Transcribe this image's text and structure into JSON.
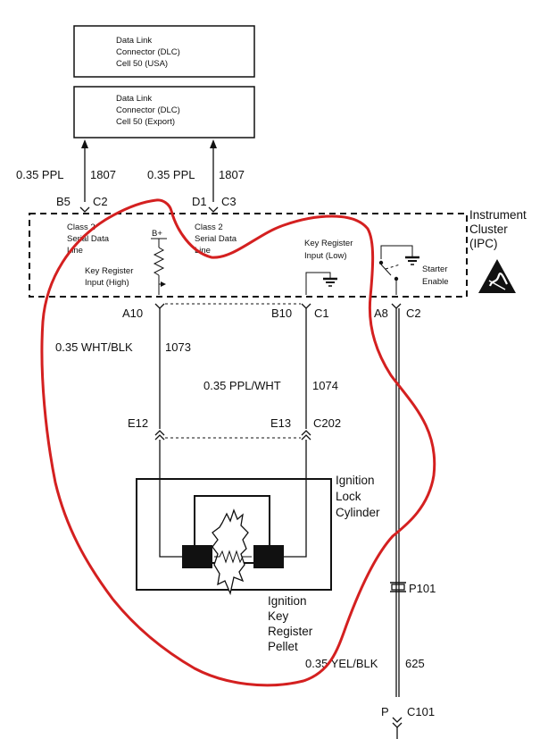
{
  "dlc_usa": {
    "line1": "Data Link",
    "line2": "Connector (DLC)",
    "line3": "Cell 50 (USA)"
  },
  "dlc_export": {
    "line1": "Data Link",
    "line2": "Connector (DLC)",
    "line3": "Cell 50 (Export)"
  },
  "wire_left": {
    "gauge_color": "0.35 PPL",
    "circuit": "1807"
  },
  "wire_right": {
    "gauge_color": "0.35 PPL",
    "circuit": "1807"
  },
  "pins_top": {
    "b5": "B5",
    "c2": "C2",
    "d1": "D1",
    "c3": "C3"
  },
  "ipc": {
    "title1": "Instrument",
    "title2": "Cluster",
    "title3": "(IPC)",
    "class2_left": [
      "Class 2",
      "Serial Data",
      "Line"
    ],
    "class2_right": [
      "Class 2",
      "Serial Data",
      "Line"
    ],
    "b_plus": "B+",
    "key_reg_high": [
      "Key Register",
      "Input (High)"
    ],
    "key_reg_low": [
      "Key Register",
      "Input (Low)"
    ],
    "starter": [
      "Starter",
      "Enable"
    ]
  },
  "pins_ipc_bottom": {
    "a10": "A10",
    "b10": "B10",
    "c1": "C1",
    "a8": "A8",
    "c2": "C2"
  },
  "wire_1073": {
    "gauge_color": "0.35 WHT/BLK",
    "circuit": "1073"
  },
  "wire_1074": {
    "gauge_color": "0.35 PPL/WHT",
    "circuit": "1074"
  },
  "connector_c202": {
    "e12": "E12",
    "e13": "E13",
    "name": "C202"
  },
  "ignition_lock": {
    "line1": "Ignition",
    "line2": "Lock",
    "line3": "Cylinder"
  },
  "key_pellet": {
    "line1": "Ignition",
    "line2": "Key",
    "line3": "Register",
    "line4": "Pellet"
  },
  "splice": {
    "name": "P101"
  },
  "wire_625": {
    "gauge_color": "0.35 YEL/BLK",
    "circuit": "625"
  },
  "bottom_connector": {
    "pin": "P",
    "name": "C101"
  },
  "colors": {
    "ink": "#111111",
    "annotation": "#d42020"
  }
}
